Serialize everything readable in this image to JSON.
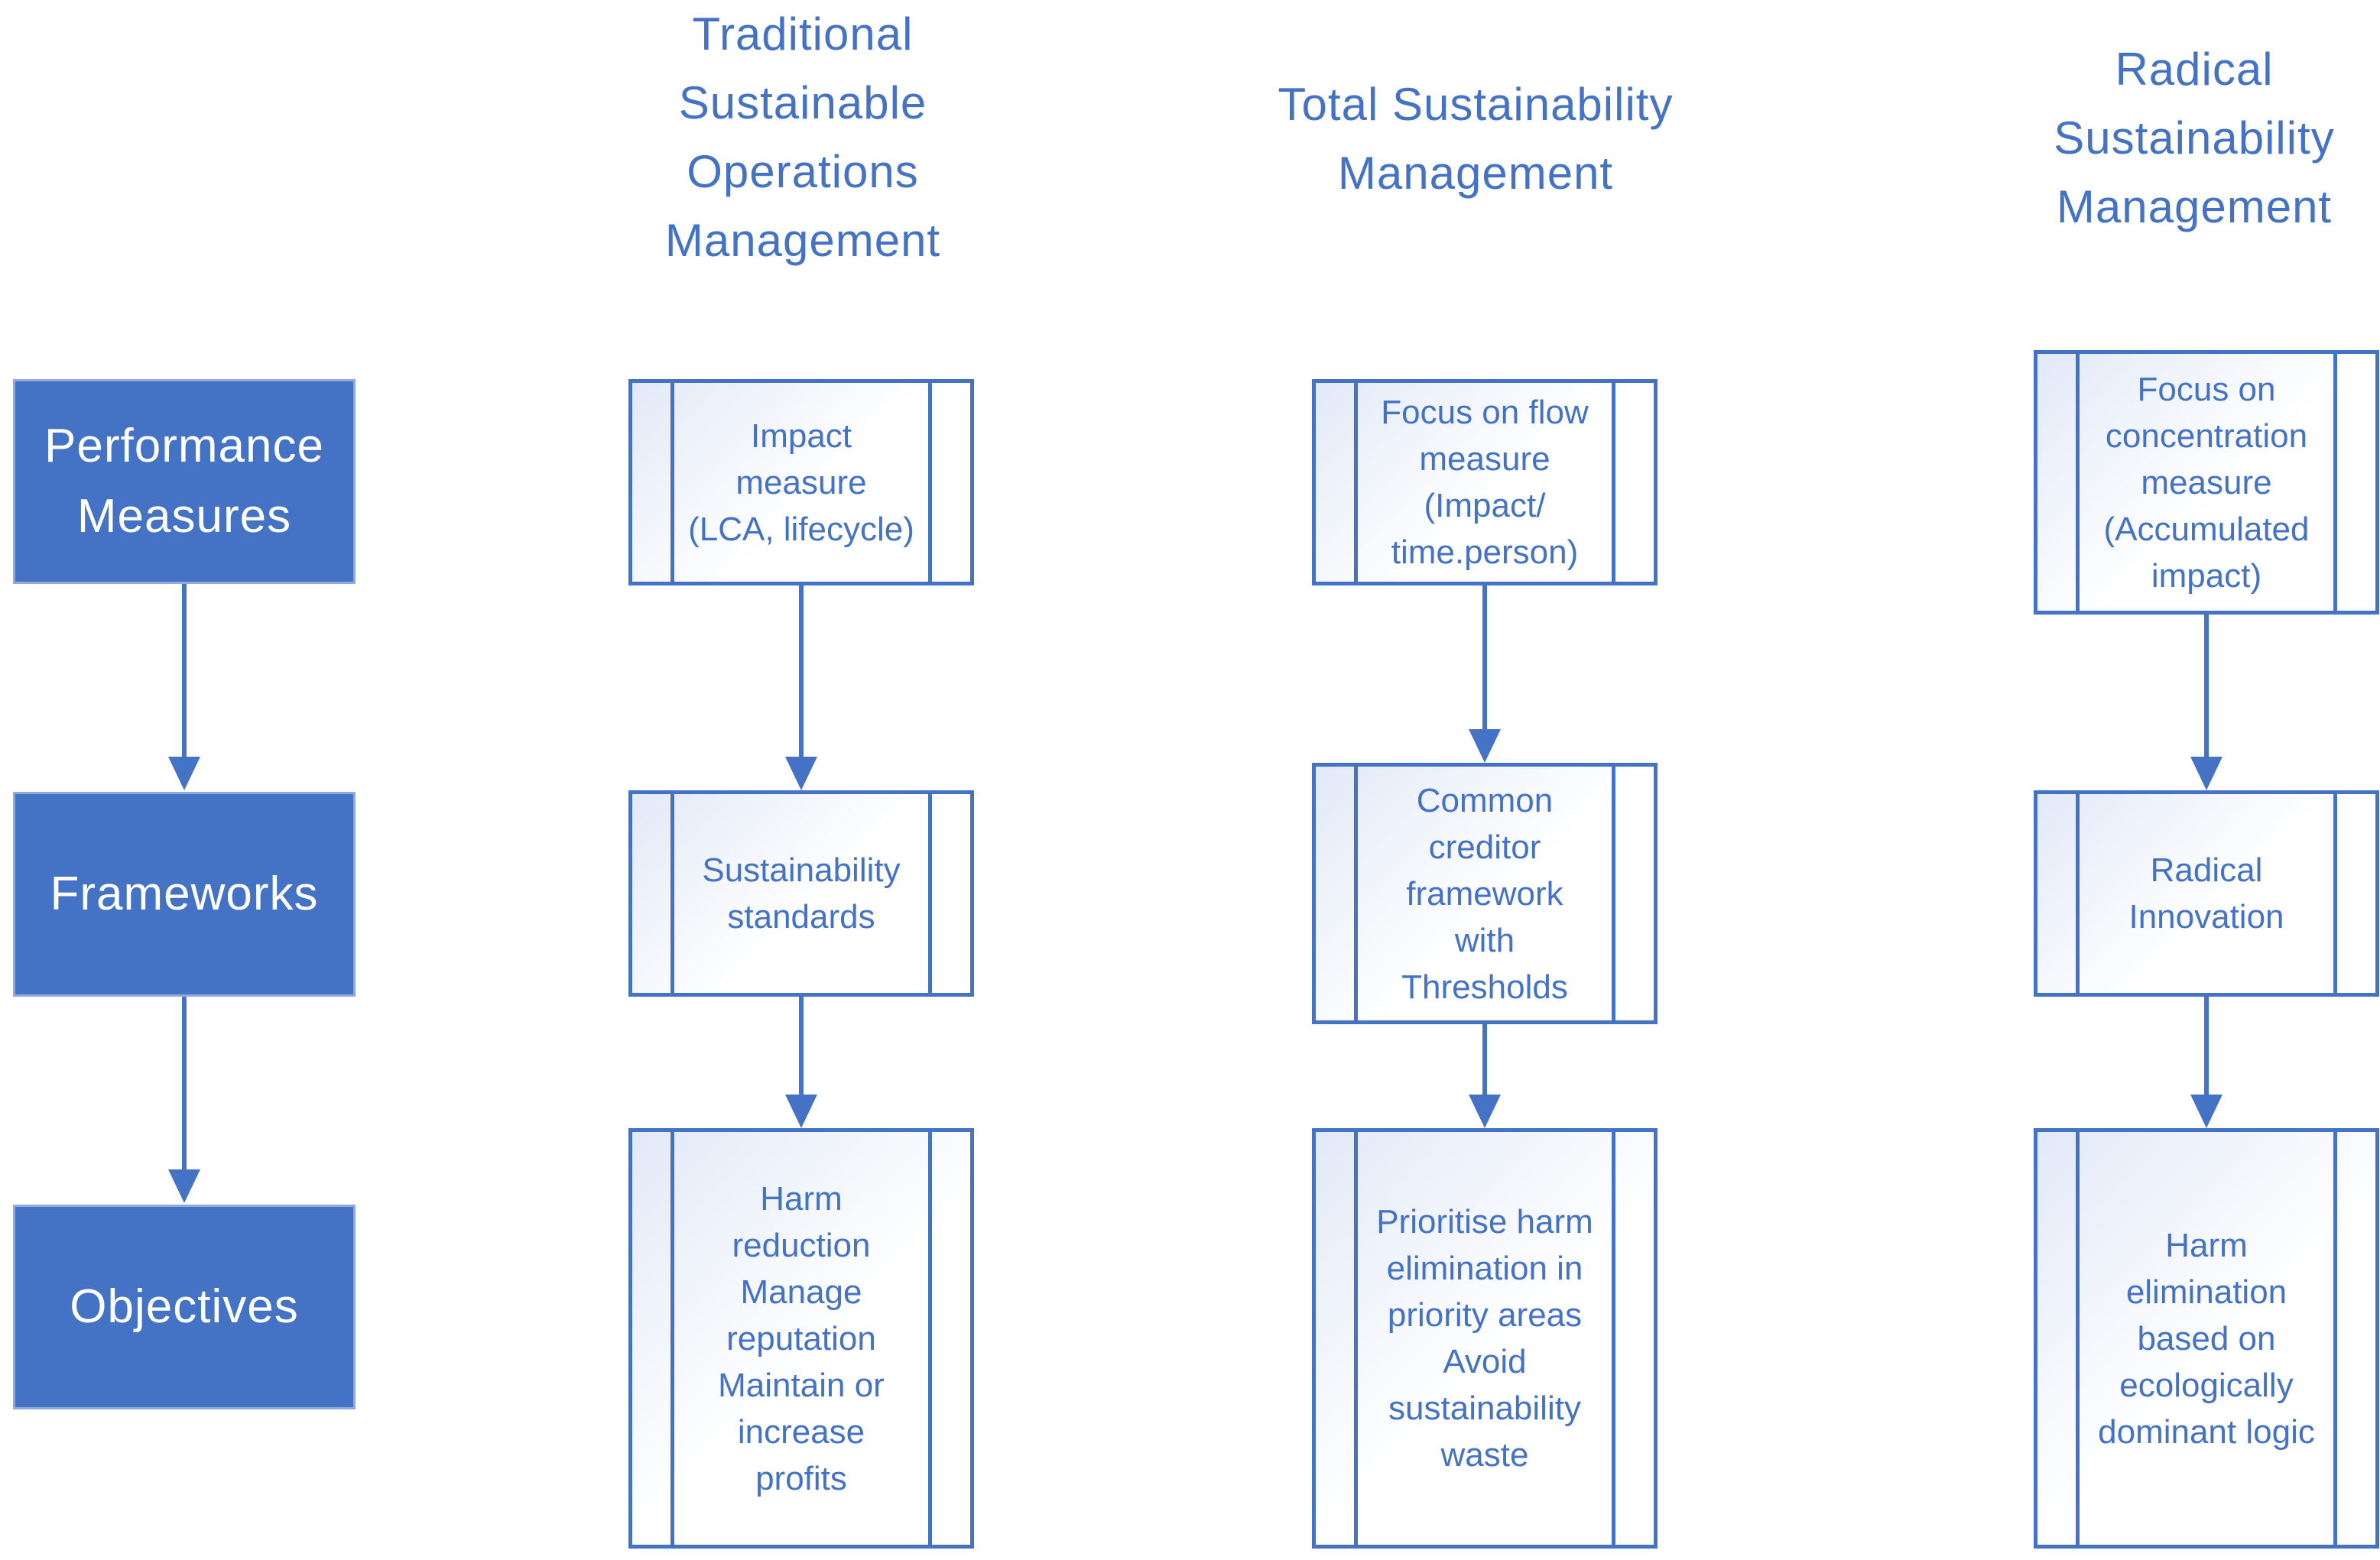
{
  "columns": {
    "traditional": {
      "header": [
        "Traditional",
        "Sustainable",
        "Operations",
        "Management"
      ],
      "performance": "Impact\nmeasure\n(LCA, lifecycle)",
      "framework": "Sustainability\nstandards",
      "objective": "Harm\nreduction\nManage\nreputation\nMaintain or\nincrease\nprofits"
    },
    "total": {
      "header": [
        "Total Sustainability",
        "Management"
      ],
      "performance": "Focus on flow\nmeasure\n(Impact/\ntime.person)",
      "framework": "Common\ncreditor\nframework\nwith\nThresholds",
      "objective": "Prioritise harm\nelimination in\npriority areas\nAvoid\nsustainability\nwaste"
    },
    "radical": {
      "header": [
        "Radical",
        "Sustainability",
        "Management"
      ],
      "performance": "Focus on\nconcentration\nmeasure\n(Accumulated\nimpact)",
      "framework": "Radical\nInnovation",
      "objective": "Harm\nelimination\nbased on\necologically\ndominant logic"
    }
  },
  "categories": {
    "performance": [
      "Performance",
      "Measures"
    ],
    "frameworks": [
      "Frameworks"
    ],
    "objectives": [
      "Objectives"
    ]
  },
  "colors": {
    "accent": "#4472c4",
    "box_fill_start": "#e2e9f7",
    "category_fill": "#4472c4",
    "category_text": "#ffffff"
  }
}
